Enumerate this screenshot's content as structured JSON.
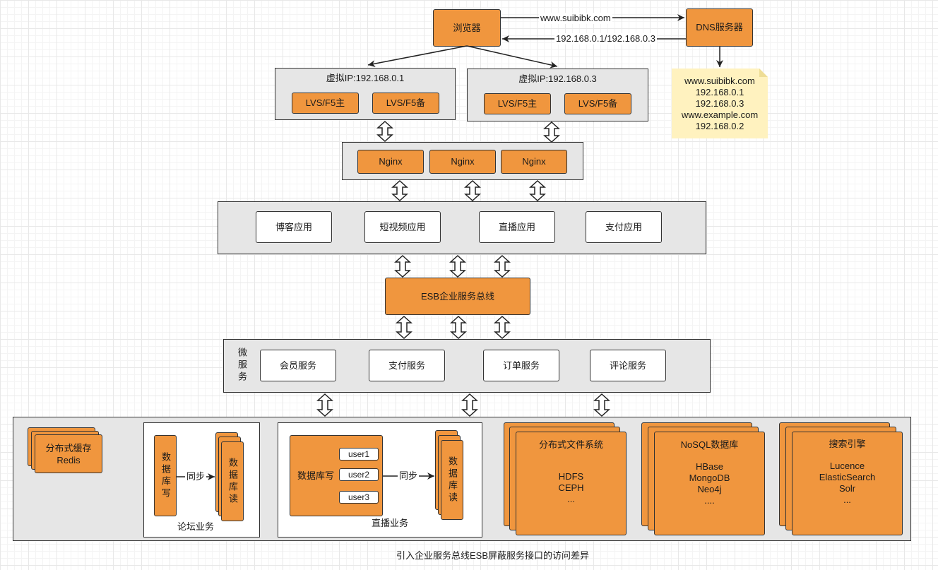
{
  "browser": {
    "label": "浏览器"
  },
  "dns": {
    "label": "DNS服务器"
  },
  "edges": {
    "request_label": "www.suibibk.com",
    "response_label": "192.168.0.1/192.168.0.3"
  },
  "dns_note": {
    "lines": [
      "www.suibibk.com",
      "192.168.0.1",
      "192.168.0.3",
      "www.example.com",
      "192.168.0.2"
    ]
  },
  "vip_groups": [
    {
      "title": "虚拟IP:192.168.0.1",
      "primary": "LVS/F5主",
      "backup": "LVS/F5备"
    },
    {
      "title": "虚拟IP:192.168.0.3",
      "primary": "LVS/F5主",
      "backup": "LVS/F5备"
    }
  ],
  "nginx": {
    "nodes": [
      "Nginx",
      "Nginx",
      "Nginx"
    ]
  },
  "applications": {
    "items": [
      "博客应用",
      "短视频应用",
      "直播应用",
      "支付应用"
    ]
  },
  "esb": {
    "label": "ESB企业服务总线"
  },
  "microservices": {
    "label": "微服务",
    "items": [
      "会员服务",
      "支付服务",
      "订单服务",
      "评论服务"
    ]
  },
  "data_layer": {
    "cache": {
      "title": "分布式缓存",
      "name": "Redis"
    },
    "forum": {
      "label": "论坛业务",
      "write": "数据库写",
      "sync": "同步",
      "read": "数据库读"
    },
    "live": {
      "label": "直播业务",
      "write": "数据库写",
      "users": [
        "user1",
        "user2",
        "user3"
      ],
      "sync": "同步",
      "read": "数据库读"
    },
    "file_system": {
      "title": "分布式文件系统",
      "items": [
        "HDFS",
        "CEPH",
        "..."
      ]
    },
    "nosql": {
      "title": "NoSQL数据库",
      "items": [
        "HBase",
        "MongoDB",
        "Neo4j",
        "...."
      ]
    },
    "search": {
      "title": "搜索引擎",
      "items": [
        "Lucence",
        "ElasticSearch",
        "Solr",
        "..."
      ]
    }
  },
  "caption": "引入企业服务总线ESB屏蔽服务接口的访问差异",
  "colors": {
    "component_fill": "#F0963E",
    "container_fill": "#E6E6E6",
    "note_fill": "#FFF2BF",
    "note_fold": "#EEDD96",
    "border": "#333333",
    "connector": "#222222"
  }
}
